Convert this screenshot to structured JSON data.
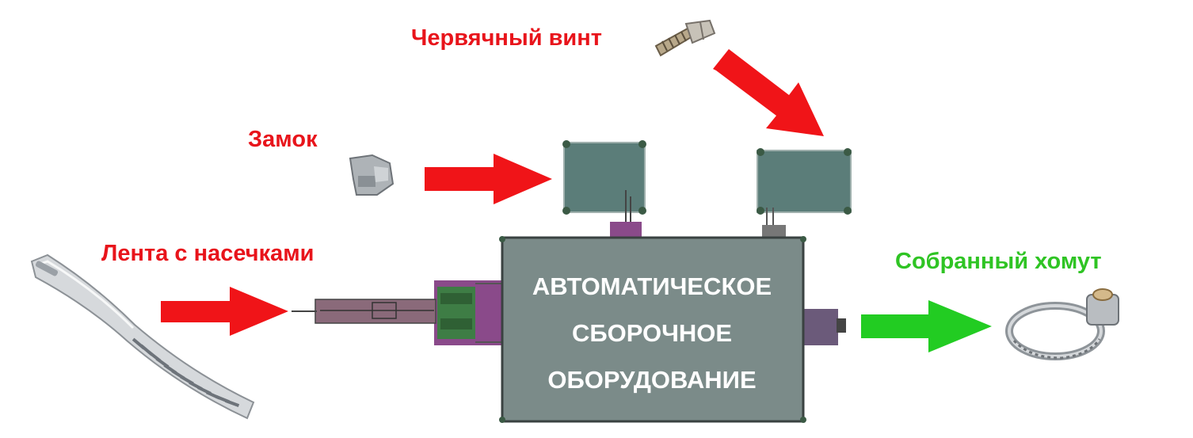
{
  "labels": {
    "worm_screw": "Червячный винт",
    "lock": "Замок",
    "strip": "Лента с насечками",
    "result": "Собранный хомут"
  },
  "machine": {
    "title_lines": [
      "АВТОМАТИЧЕСКОЕ",
      "СБОРОЧНОЕ",
      "ОБОРУДОВАНИЕ"
    ]
  },
  "colors": {
    "input_arrow": "#f01418",
    "output_arrow": "#22cc22",
    "machine_body": "#7b8b89",
    "feeder_box": "#5b7d79",
    "purple_part": "#8a4a8a",
    "green_part": "#3e7d45"
  }
}
